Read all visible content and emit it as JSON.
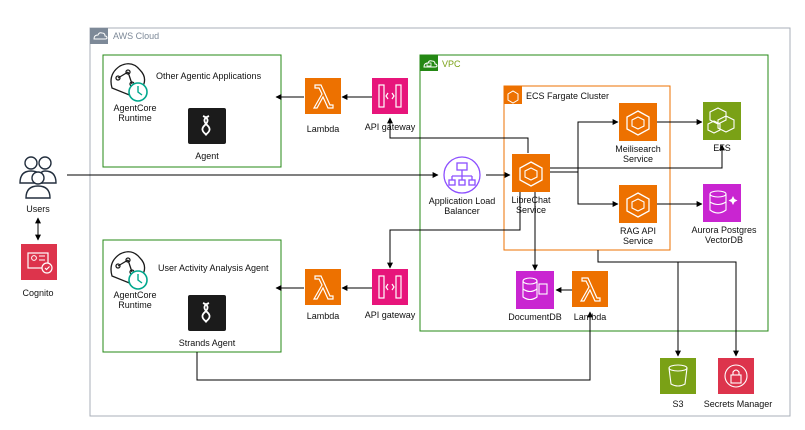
{
  "groups": {
    "aws_cloud": "AWS Cloud",
    "vpc": "VPC",
    "ecs_cluster": "ECS Fargate Cluster"
  },
  "nodes": {
    "users": "Users",
    "cognito": "Cognito",
    "other_apps_title": "Other Agentic Applications",
    "agentcore_runtime_1": "AgentCore\nRuntime",
    "agent_1": "Agent",
    "lambda_top": "Lambda",
    "api_gateway_top": "API gateway",
    "activity_title": "User Activity Analysis Agent",
    "agentcore_runtime_2": "AgentCore\nRuntime",
    "agent_2": "Strands Agent",
    "lambda_bottom": "Lambda",
    "api_gateway_bottom": "API gateway",
    "alb": "Application Load\nBalancer",
    "librechat": "LibreChat\nService",
    "meilisearch": "Meilisearch\nService",
    "rag_api": "RAG API\nService",
    "efs": "EFS",
    "aurora": "Aurora Postgres\nVectorDB",
    "documentdb": "DocumentDB",
    "lambda_vpc": "Lambda",
    "s3": "S3",
    "secrets_manager": "Secrets Manager"
  },
  "colors": {
    "lambda_orange": "#ED7100",
    "api_pink": "#E7157B",
    "efs_green": "#7AA116",
    "db_purple": "#C925D1",
    "s3_green": "#7AA116",
    "secrets_red": "#DD344C",
    "cognito_red": "#DD344C",
    "vpc_green": "#248814",
    "aws_gray": "#7D8998",
    "agent_black": "#1B1B1B",
    "agentcore_teal": "#01A88D"
  }
}
